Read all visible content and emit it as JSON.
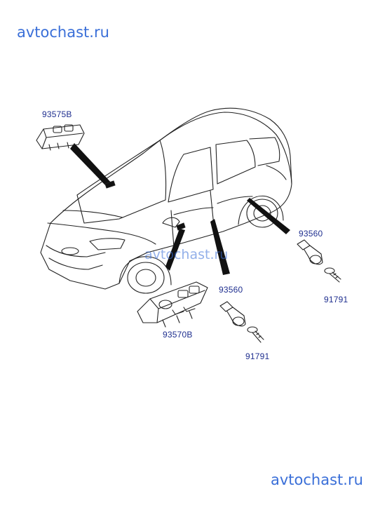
{
  "watermarks": {
    "top": "avtochast.ru",
    "middle": "avtochast.ru",
    "bottom": "avtochast.ru"
  },
  "parts": {
    "switch_passenger": "93575B",
    "switch_driver": "93570B",
    "door_switch_rear": "93560",
    "door_switch_front": "93560",
    "screw_rear": "91791",
    "screw_front": "91791"
  },
  "colors": {
    "watermark": "#3a6fd8",
    "label": "#1f2f8f",
    "line": "#222222"
  }
}
